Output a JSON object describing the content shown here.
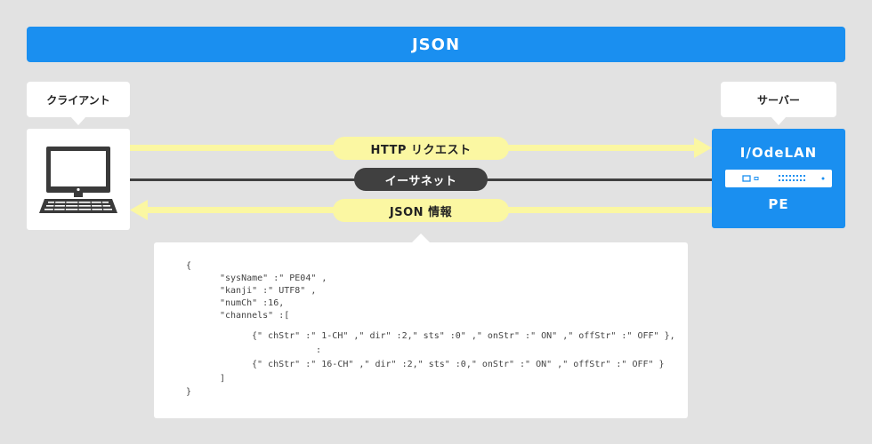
{
  "title": "JSON",
  "client": {
    "label": "クライアント"
  },
  "server": {
    "label": "サーバー",
    "device_name": "I/OdeLAN",
    "device_model": "PE"
  },
  "links": {
    "request": "HTTP リクエスト",
    "ethernet": "イーサネット",
    "response": "JSON 情報"
  },
  "code": [
    "{",
    "\"sysName\" :\" PE04\" ,",
    "\"kanji\" :\" UTF8\" ,",
    "\"numCh\" :16,",
    "\"channels\" :[",
    "{\" chStr\" :\" 1-CH\" ,\" dir\" :2,\" sts\" :0\" ,\" onStr\" :\" ON\" ,\" offStr\" :\" OFF\" },",
    ":",
    "{\" chStr\" :\" 16-CH\" ,\" dir\" :2,\" sts\" :0,\" onStr\" :\" ON\" ,\" offStr\" :\" OFF\" }",
    "]",
    "}"
  ],
  "colors": {
    "accent_blue": "#1a8ff0",
    "request_yellow": "#fbf7a2",
    "ethernet_dark": "#404040",
    "background": "#e2e2e2"
  }
}
